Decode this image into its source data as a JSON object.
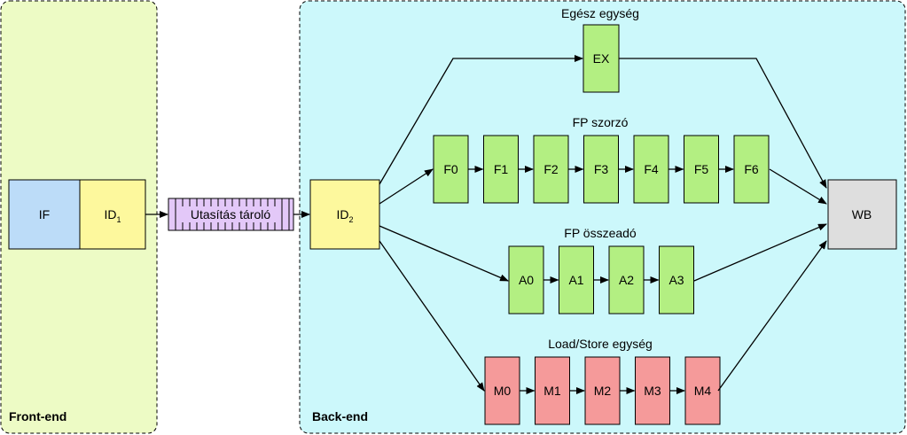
{
  "regions": {
    "frontend": {
      "label": "Front-end",
      "fill": "#edfbc5"
    },
    "backend": {
      "label": "Back-end",
      "fill": "#ccf8fb"
    }
  },
  "frontend": {
    "if_label": "IF",
    "id1_main": "ID",
    "id1_sub": "1",
    "buffer_label": "Utasítás tároló"
  },
  "backend": {
    "id2_main": "ID",
    "id2_sub": "2",
    "integer_unit": {
      "title": "Egész egység",
      "stages": [
        "EX"
      ]
    },
    "fp_multiplier": {
      "title": "FP szorzó",
      "stages": [
        "F0",
        "F1",
        "F2",
        "F3",
        "F4",
        "F5",
        "F6"
      ]
    },
    "fp_adder": {
      "title": "FP összeadó",
      "stages": [
        "A0",
        "A1",
        "A2",
        "A3"
      ]
    },
    "load_store": {
      "title": "Load/Store egység",
      "stages": [
        "M0",
        "M1",
        "M2",
        "M3",
        "M4"
      ]
    },
    "writeback": "WB"
  },
  "colors": {
    "if_box": "#bcdcf8",
    "id_box": "#fdf89d",
    "buffer": "#e3c8f8",
    "green_stage": "#b3ef82",
    "red_stage": "#f59a9a",
    "wb_box": "#dedede",
    "stroke": "#000000"
  }
}
